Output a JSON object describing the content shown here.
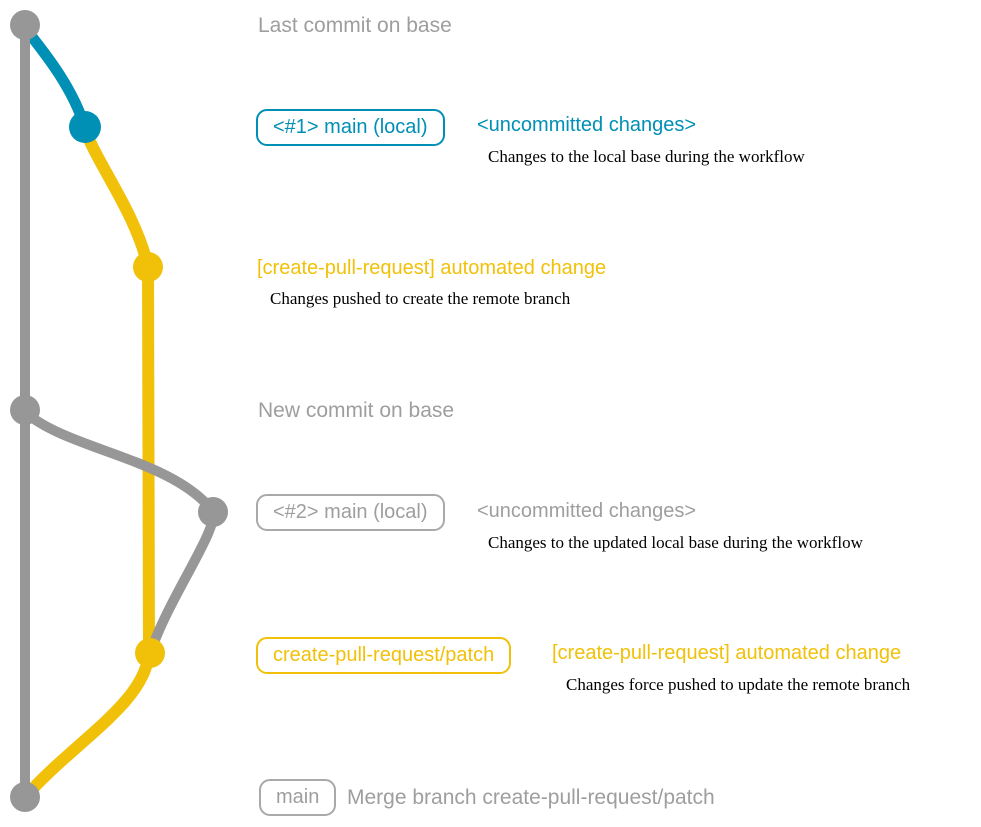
{
  "colors": {
    "base_gray": "#979797",
    "local_blue": "#008fb5",
    "patch_yellow": "#f1c109",
    "label_gray": "#9e9e9e",
    "caption_black": "#000000"
  },
  "annotations": {
    "last_commit_on_base": "Last commit on base",
    "local_main_1": {
      "badge": "<#1> main (local)",
      "message": "<uncommitted changes>",
      "caption": "Changes to the local base during the workflow"
    },
    "patch_commit_1": {
      "message": "[create-pull-request] automated change",
      "caption": "Changes pushed to create the remote branch"
    },
    "new_commit_on_base": "New commit on base",
    "local_main_2": {
      "badge": "<#2> main (local)",
      "message": "<uncommitted changes>",
      "caption": "Changes to the updated local base during the workflow"
    },
    "patch_commit_2": {
      "badge": "create-pull-request/patch",
      "message": "[create-pull-request] automated change",
      "caption": "Changes force pushed to update the remote branch"
    },
    "merge_commit": {
      "badge": "main",
      "message": "Merge branch create-pull-request/patch"
    }
  }
}
